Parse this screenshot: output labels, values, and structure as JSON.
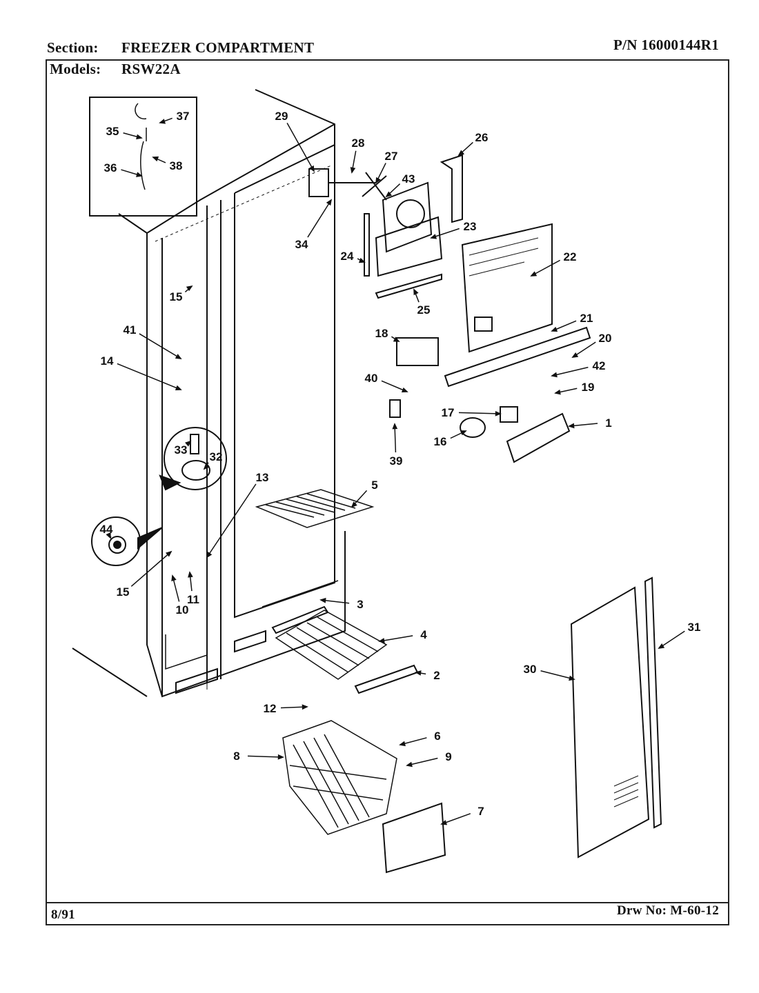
{
  "header": {
    "section_label": "Section:",
    "section_value": "FREEZER COMPARTMENT",
    "models_label": "Models:",
    "models_value": "RSW22A",
    "part_number": "P/N 16000144R1"
  },
  "footer": {
    "date": "8/91",
    "drawing_number": "Drw No: M-60-12"
  },
  "callouts": [
    "37",
    "35",
    "36",
    "38",
    "29",
    "28",
    "27",
    "26",
    "43",
    "23",
    "34",
    "24",
    "22",
    "25",
    "15",
    "41",
    "14",
    "18",
    "21",
    "20",
    "42",
    "40",
    "19",
    "17",
    "1",
    "16",
    "39",
    "33",
    "32",
    "13",
    "5",
    "44",
    "15",
    "11",
    "10",
    "3",
    "4",
    "30",
    "31",
    "2",
    "12",
    "6",
    "8",
    "9",
    "7"
  ]
}
